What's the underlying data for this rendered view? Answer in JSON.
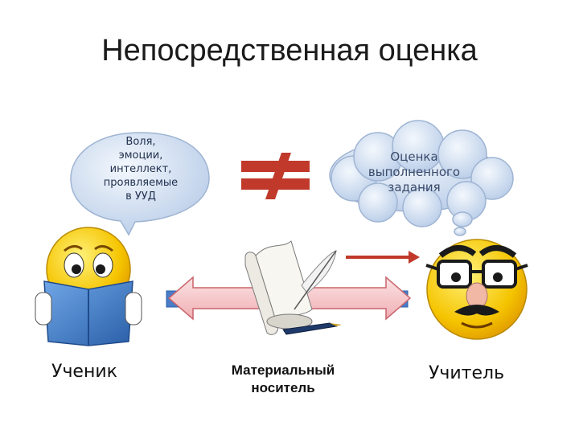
{
  "title": "Непосредственная оценка",
  "speech_bubble": {
    "lines": [
      "Воля,",
      "эмоции,",
      "интеллект,",
      "проявляемые",
      "в УУД"
    ]
  },
  "thought_bubble": {
    "lines": [
      "Оценка",
      "выполненного",
      "задания"
    ]
  },
  "labels": {
    "student": "Ученик",
    "medium_line1": "Материальный",
    "medium_line2": "носитель",
    "teacher": "Учитель"
  },
  "colors": {
    "not_equal_sign": "#c0392b",
    "double_arrow_fill": "#f6c9cc",
    "arrow_right": "#c0392b",
    "smiley": "#f5c400",
    "book": "#3a78c4",
    "bubble_fill": "#d9e6f7"
  },
  "icons": {
    "not_equal": "not-equal-sign",
    "student": "reading-smiley",
    "teacher": "disguise-smiley",
    "medium": "scroll-quill-pen"
  }
}
